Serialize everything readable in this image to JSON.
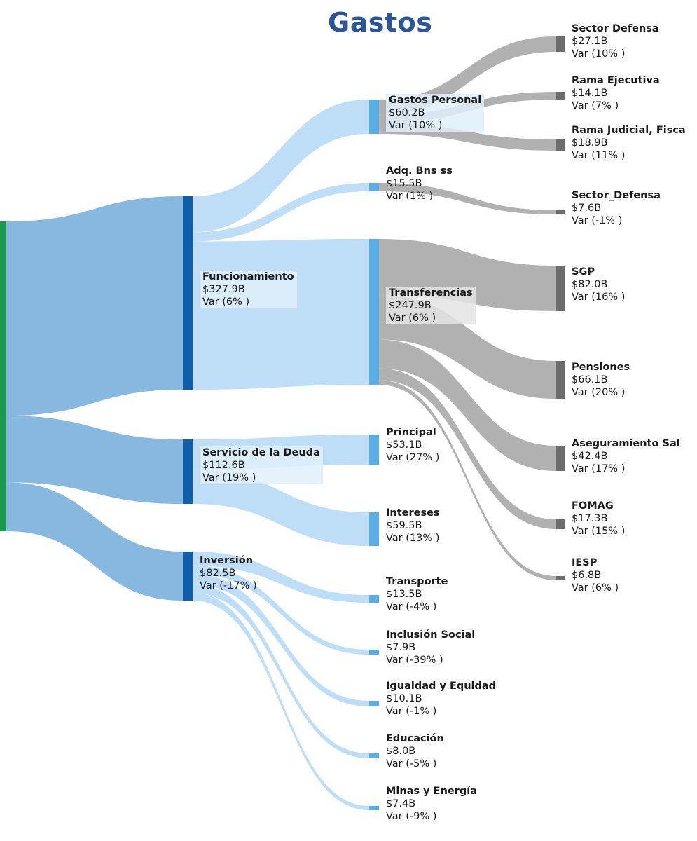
{
  "chart_data": {
    "type": "sankey",
    "title": "Gastos",
    "colors": {
      "root_node": "#1a9a4a",
      "level1_node": "#0e5fa8",
      "level2_node": "#5aaee8",
      "level3_node": "#6d6d6d",
      "flow_root": "#7fb4de",
      "flow_level1": "#b9dcf6",
      "flow_level2": "#a9a9a9",
      "title": "#2b5599"
    },
    "nodes": [
      {
        "id": "root",
        "name": "",
        "value": "",
        "var": "",
        "level": 0
      },
      {
        "id": "funcionamiento",
        "name": "Funcionamiento",
        "value": "$327.9B",
        "var": "Var (6% )",
        "level": 1
      },
      {
        "id": "deuda",
        "name": "Servicio de la Deuda",
        "value": "$112.6B",
        "var": "Var (19% )",
        "level": 1
      },
      {
        "id": "inversion",
        "name": "Inversión",
        "value": "$82.5B",
        "var": "Var (-17% )",
        "level": 1
      },
      {
        "id": "gastos_personal",
        "name": "Gastos Personal",
        "value": "$60.2B",
        "var": "Var (10% )",
        "level": 2
      },
      {
        "id": "adq_bns",
        "name": "Adq. Bns ss",
        "value": "$15.5B",
        "var": "Var (1% )",
        "level": 2
      },
      {
        "id": "transferencias",
        "name": "Transferencias",
        "value": "$247.9B",
        "var": "Var (6% )",
        "level": 2
      },
      {
        "id": "principal",
        "name": "Principal",
        "value": "$53.1B",
        "var": "Var (27% )",
        "level": 2
      },
      {
        "id": "intereses",
        "name": "Intereses",
        "value": "$59.5B",
        "var": "Var (13% )",
        "level": 2
      },
      {
        "id": "transporte",
        "name": "Transporte",
        "value": "$13.5B",
        "var": "Var (-4% )",
        "level": 2
      },
      {
        "id": "inclusion",
        "name": "Inclusión Social",
        "value": "$7.9B",
        "var": "Var (-39% )",
        "level": 2
      },
      {
        "id": "igualdad",
        "name": "Igualdad y Equidad",
        "value": "$10.1B",
        "var": "Var (-1% )",
        "level": 2
      },
      {
        "id": "educacion",
        "name": "Educación",
        "value": "$8.0B",
        "var": "Var (-5% )",
        "level": 2
      },
      {
        "id": "minas",
        "name": "Minas y Energía",
        "value": "$7.4B",
        "var": "Var (-9% )",
        "level": 2
      },
      {
        "id": "sector_defensa",
        "name": "Sector Defensa",
        "value": "$27.1B",
        "var": "Var (10% )",
        "level": 3
      },
      {
        "id": "rama_ejecutiva",
        "name": "Rama Ejecutiva",
        "value": "$14.1B",
        "var": "Var (7% )",
        "level": 3
      },
      {
        "id": "rama_judicial",
        "name": "Rama Judicial, Fisca",
        "value": "$18.9B",
        "var": "Var (11% )",
        "level": 3
      },
      {
        "id": "sector_defensa_2",
        "name": "Sector_Defensa",
        "value": "$7.6B",
        "var": "Var (-1% )",
        "level": 3
      },
      {
        "id": "sgp",
        "name": "SGP",
        "value": "$82.0B",
        "var": "Var (16% )",
        "level": 3
      },
      {
        "id": "pensiones",
        "name": "Pensiones",
        "value": "$66.1B",
        "var": "Var (20% )",
        "level": 3
      },
      {
        "id": "aseguramiento",
        "name": "Aseguramiento Sal",
        "value": "$42.4B",
        "var": "Var (17% )",
        "level": 3
      },
      {
        "id": "fomag",
        "name": "FOMAG",
        "value": "$17.3B",
        "var": "Var (15% )",
        "level": 3
      },
      {
        "id": "iesp",
        "name": "IESP",
        "value": "$6.8B",
        "var": "Var (6% )",
        "level": 3
      }
    ],
    "links": [
      {
        "source": "root",
        "target": "funcionamiento",
        "value": 327.9
      },
      {
        "source": "root",
        "target": "deuda",
        "value": 112.6
      },
      {
        "source": "root",
        "target": "inversion",
        "value": 82.5
      },
      {
        "source": "funcionamiento",
        "target": "gastos_personal",
        "value": 60.2
      },
      {
        "source": "funcionamiento",
        "target": "adq_bns",
        "value": 15.5
      },
      {
        "source": "funcionamiento",
        "target": "transferencias",
        "value": 247.9
      },
      {
        "source": "deuda",
        "target": "principal",
        "value": 53.1
      },
      {
        "source": "deuda",
        "target": "intereses",
        "value": 59.5
      },
      {
        "source": "inversion",
        "target": "transporte",
        "value": 13.5
      },
      {
        "source": "inversion",
        "target": "inclusion",
        "value": 7.9
      },
      {
        "source": "inversion",
        "target": "igualdad",
        "value": 10.1
      },
      {
        "source": "inversion",
        "target": "educacion",
        "value": 8.0
      },
      {
        "source": "inversion",
        "target": "minas",
        "value": 7.4
      },
      {
        "source": "gastos_personal",
        "target": "sector_defensa",
        "value": 27.1
      },
      {
        "source": "gastos_personal",
        "target": "rama_ejecutiva",
        "value": 14.1
      },
      {
        "source": "gastos_personal",
        "target": "rama_judicial",
        "value": 18.9
      },
      {
        "source": "adq_bns",
        "target": "sector_defensa_2",
        "value": 7.6
      },
      {
        "source": "transferencias",
        "target": "sgp",
        "value": 82.0
      },
      {
        "source": "transferencias",
        "target": "pensiones",
        "value": 66.1
      },
      {
        "source": "transferencias",
        "target": "aseguramiento",
        "value": 42.4
      },
      {
        "source": "transferencias",
        "target": "fomag",
        "value": 17.3
      },
      {
        "source": "transferencias",
        "target": "iesp",
        "value": 6.8
      }
    ]
  }
}
